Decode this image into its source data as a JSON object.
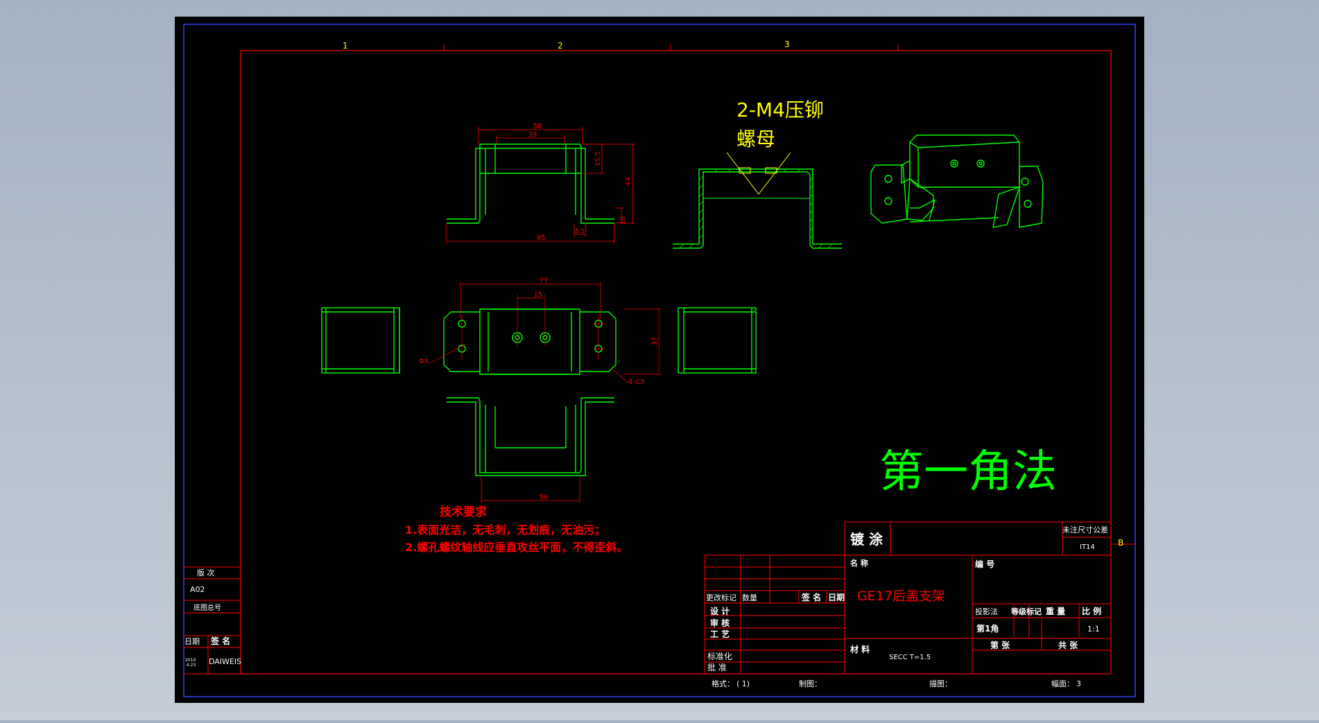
{
  "colors": {
    "background": "#a3b1c4",
    "canvas": "#000000",
    "outer_border": "#3344ff",
    "frame": "#ff0000",
    "part": "#00ff00",
    "dimension": "#ff0000",
    "callout": "#ffff00",
    "text_white": "#ffffff"
  },
  "zones": {
    "z1": "1",
    "z2": "2",
    "z3": "3",
    "row_b": "B"
  },
  "callout": {
    "line1": "2-M4压铆",
    "line2": "螺母"
  },
  "dimensions": {
    "top_width": "58",
    "inner_width": "39",
    "side_h1": "15.5",
    "total_h": "44",
    "base_h": "10",
    "flange": "8.5",
    "overall_w": "95",
    "flat_w": "77",
    "hole_spacing": "15",
    "flat_h": "37",
    "hole_dia": "Φ4",
    "chamfer": "4-C3",
    "bottom_w": "56"
  },
  "method_title": "第一角法",
  "notes": {
    "title": "技术要求",
    "items": [
      "1.表面光洁，无毛刺，无划痕，无油污；",
      "2.螺孔螺纹轴线应垂直攻丝平面，不得歪斜。"
    ]
  },
  "title_block": {
    "coating_label": "镀 涂",
    "tolerance_label": "未注尺寸公差",
    "tolerance_value": "IT14",
    "name_label": "名 称",
    "part_name": "GE17后盖支架",
    "number_label": "编 号",
    "change_mark": "更改标记",
    "quantity": "数量",
    "signature": "签 名",
    "date": "日期",
    "design": "设 计",
    "review": "审 核",
    "process": "工 艺",
    "standardize": "标准化",
    "approve": "批 准",
    "projection_label": "投影法",
    "grade_label": "等级标记",
    "weight_label": "重 量",
    "scale_label": "比 例",
    "projection_value": "第1角",
    "scale_value": "1:1",
    "sheet_label": "第  张",
    "total_label": "共  张",
    "material_label": "材 料",
    "material_value": "SECC T=1.5"
  },
  "left_block": {
    "version_label": "版 次",
    "version_value": "A02",
    "base_drawing_no": "底图总号",
    "date_label": "日期",
    "signature_label": "签 名",
    "date_value": "2010\n.4.23",
    "signature_value": "DAIWEIS"
  },
  "bottom_strip": {
    "format_label": "格式：",
    "format_value": "( 1)",
    "drawn_label": "制图：",
    "traced_label": "描图：",
    "sheet_size_label": "幅面：",
    "sheet_size_value": "3"
  }
}
